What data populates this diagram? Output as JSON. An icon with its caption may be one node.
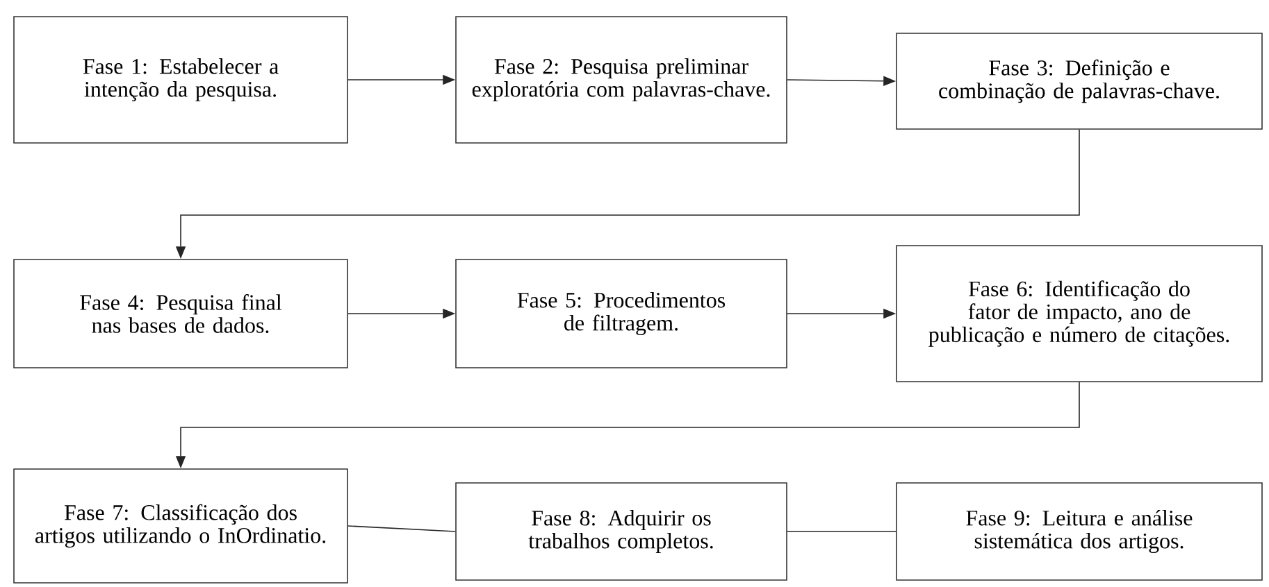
{
  "diagram": {
    "nodes": [
      {
        "text": [
          "Fase 1: Estabelecer a intenção da pesquisa."
        ]
      },
      {
        "text": [
          "Fase 2: Pesquisa preliminar exploratória com palavras-chave."
        ]
      },
      {
        "text": [
          "Fase 3: Definição e combinação de palavras-chave."
        ]
      },
      {
        "text": [
          "Fase 4: Pesquisa final nas bases de dados."
        ]
      },
      {
        "text": [
          "Fase 5: Procedimentos de filtragem."
        ]
      },
      {
        "text": [
          "Fase 6: Identificação do fator de impacto, ano de publicação e número de citações."
        ]
      },
      {
        "text": [
          "Fase 7: Classificação dos artigos utilizando o InOrdinatio."
        ]
      },
      {
        "text": [
          "Fase 8: Adquirir os trabalhos completos."
        ]
      },
      {
        "text": [
          "Fase 9: Leitura e análise sistemática dos artigos."
        ]
      }
    ],
    "edges": [
      {
        "from": 0,
        "to": 1,
        "arrow": "to"
      },
      {
        "from": 1,
        "to": 2,
        "arrow": "to"
      },
      {
        "from": 2,
        "to": 3,
        "arrow": "to"
      },
      {
        "from": 3,
        "to": 4,
        "arrow": "to"
      },
      {
        "from": 4,
        "to": 5,
        "arrow": "to"
      },
      {
        "from": 5,
        "to": 6,
        "arrow": "to"
      },
      {
        "from": 6,
        "to": 7,
        "arrow": "none"
      },
      {
        "from": 7,
        "to": 8,
        "arrow": "none"
      }
    ]
  }
}
